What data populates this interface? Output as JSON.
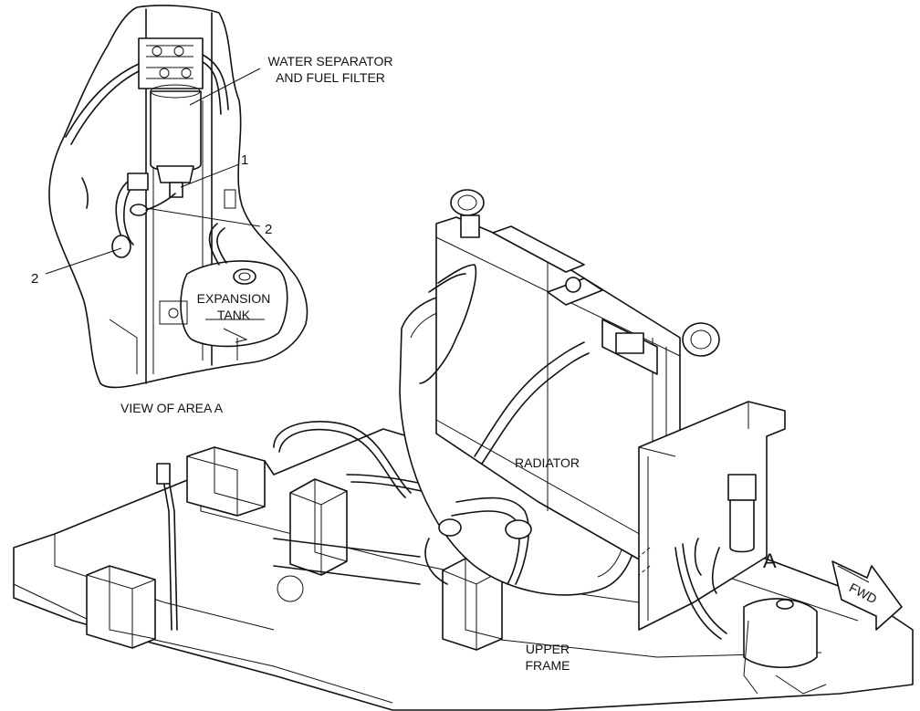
{
  "labels": {
    "water_separator_line1": "WATER SEPARATOR",
    "water_separator_line2": "AND FUEL FILTER",
    "callout_1": "1",
    "callout_2_right": "2",
    "callout_2_left": "2",
    "expansion_tank_line1": "EXPANSION",
    "expansion_tank_line2": "TANK",
    "view_of_area": "VIEW OF AREA A",
    "radiator": "RADIATOR",
    "area_marker": "A",
    "fwd": "FWD",
    "upper_frame_line1": "UPPER",
    "upper_frame_line2": "FRAME"
  }
}
